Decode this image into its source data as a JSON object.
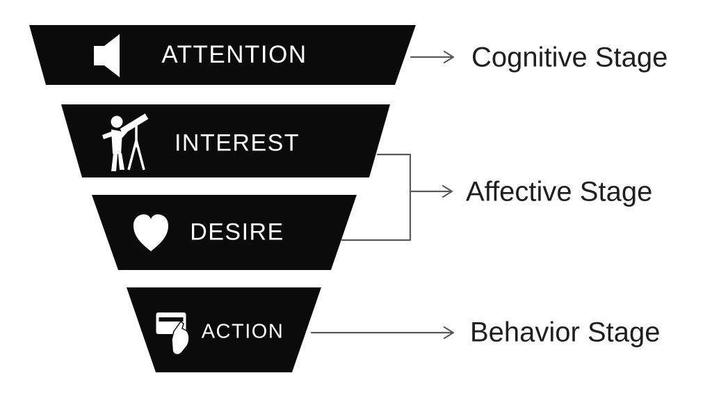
{
  "diagram": {
    "background_color": "#ffffff",
    "funnel": {
      "fill_color": "#0b0b0b",
      "label_color": "#ffffff",
      "segments": [
        {
          "label": "ATTENTION",
          "icon": "speaker-icon"
        },
        {
          "label": "INTEREST",
          "icon": "telescope-observer-icon"
        },
        {
          "label": "DESIRE",
          "icon": "heart-icon"
        },
        {
          "label": "ACTION",
          "icon": "card-in-hand-icon"
        }
      ]
    },
    "stages": [
      {
        "label": "Cognitive Stage",
        "linked_segments": [
          "ATTENTION"
        ]
      },
      {
        "label": "Affective Stage",
        "linked_segments": [
          "INTEREST",
          "DESIRE"
        ]
      },
      {
        "label": "Behavior Stage",
        "linked_segments": [
          "ACTION"
        ]
      }
    ],
    "connector_color": "#595959",
    "stage_label_color": "#1f1f1f"
  }
}
